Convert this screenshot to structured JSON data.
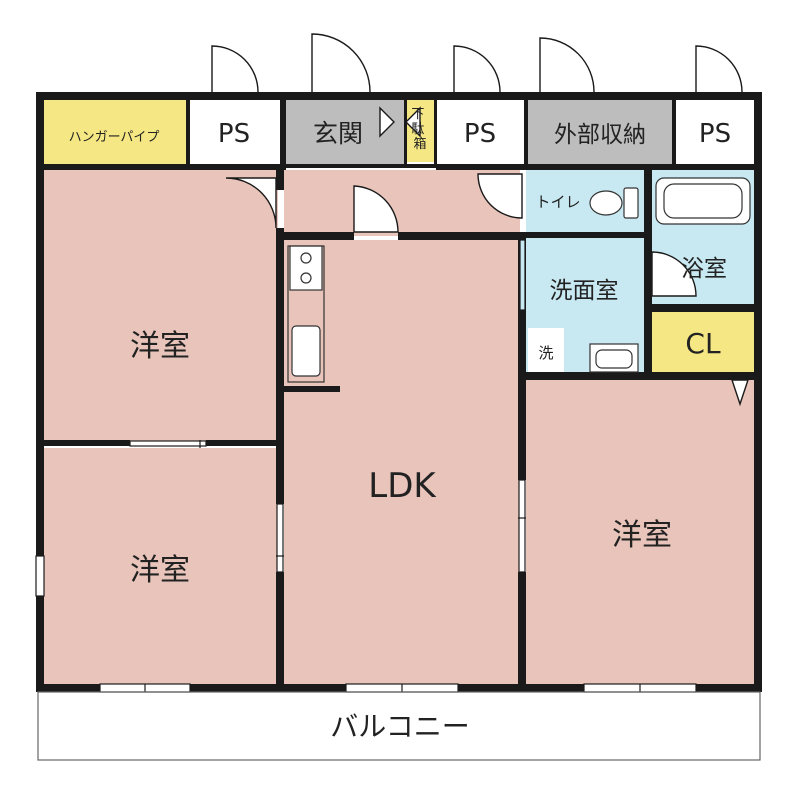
{
  "colors": {
    "room": "#e8c4ba",
    "wet": "#c8e8f2",
    "closet": "#f5e783",
    "grey": "#bdbdbd",
    "wall": "#1a1a1a",
    "white": "#ffffff"
  },
  "labels": {
    "hanger_pipe": "ハンガーパイプ",
    "ps1": "PS",
    "genkan": "玄関",
    "getabako": "下駄箱",
    "ps2": "PS",
    "gaibu_shuno": "外部収納",
    "ps3": "PS",
    "toilet": "トイレ",
    "yokushitsu": "浴室",
    "senmenshitsu": "洗面室",
    "sen": "洗",
    "cl": "CL",
    "youshitsu_upper_left": "洋室",
    "youshitsu_lower_left": "洋室",
    "ldk": "LDK",
    "youshitsu_right": "洋室",
    "balcony": "バルコニー"
  }
}
